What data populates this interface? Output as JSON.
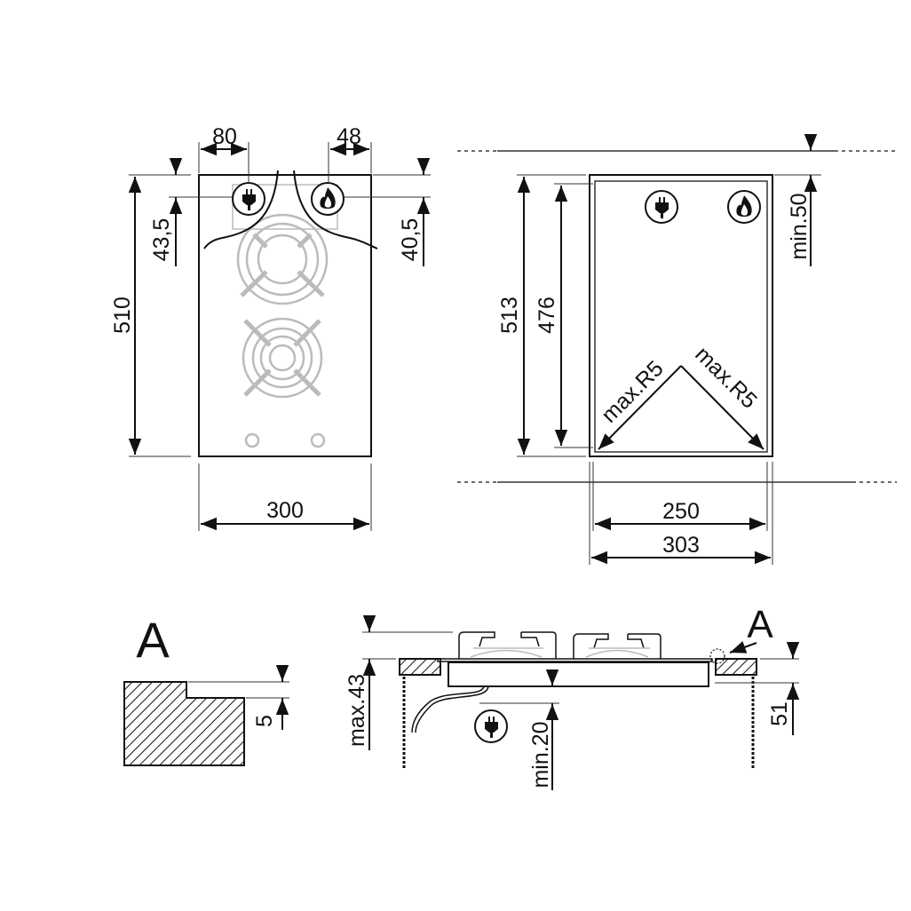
{
  "front_view": {
    "width_label": "300",
    "height_label": "510",
    "plug_offset_label": "80",
    "gas_offset_label": "48",
    "plug_depth_label": "43,5",
    "gas_depth_label": "40,5"
  },
  "cutout_view": {
    "outer_height_label": "513",
    "inner_height_label": "476",
    "inner_width_label": "250",
    "outer_width_label": "303",
    "clearance_label": "min.50",
    "radius_left_label": "max.R5",
    "radius_right_label": "max.R5"
  },
  "detail_a": {
    "title": "A",
    "step_label": "5"
  },
  "side_view": {
    "height_label": "max.43",
    "under_clearance_label": "min.20",
    "depth_label": "51",
    "detail_ref_label": "A"
  },
  "icons": [
    "electric-plug-icon",
    "gas-flame-icon"
  ]
}
